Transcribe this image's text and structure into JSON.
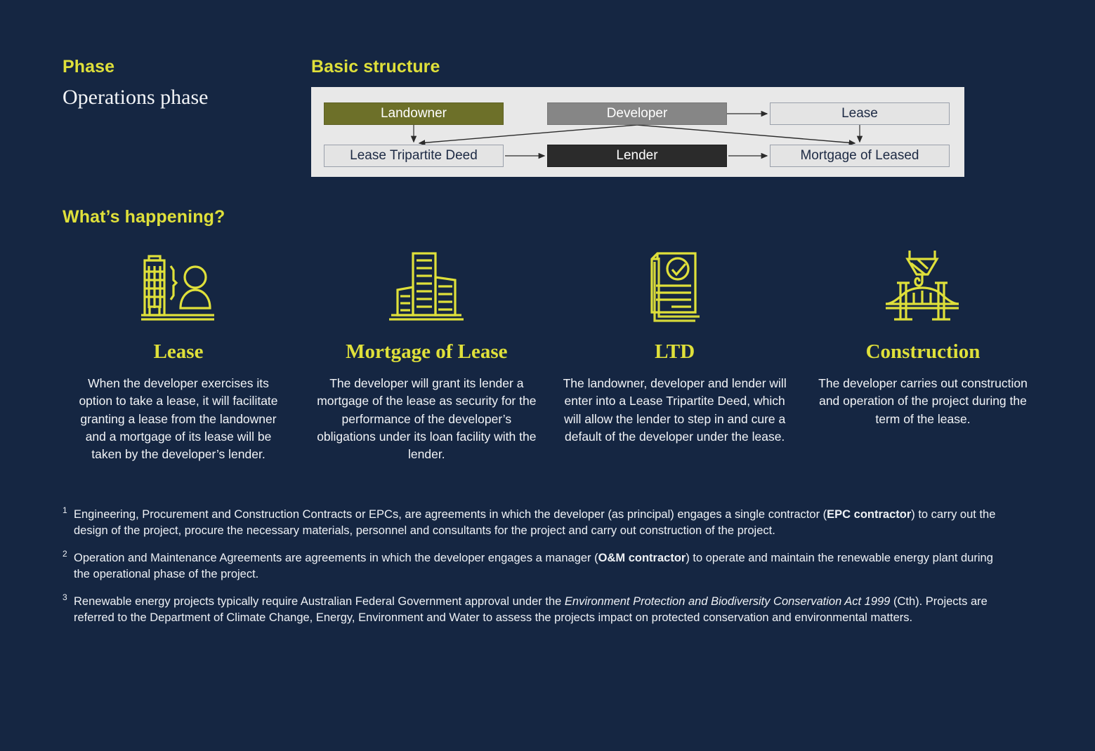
{
  "phase": {
    "label": "Phase",
    "value": "Operations phase"
  },
  "structure": {
    "label": "Basic structure",
    "diagram": {
      "nodes": [
        {
          "id": "landowner",
          "label": "Landowner",
          "style": "olive"
        },
        {
          "id": "developer",
          "label": "Developer",
          "style": "grey"
        },
        {
          "id": "lease",
          "label": "Lease",
          "style": "plain"
        },
        {
          "id": "ltd",
          "label": "Lease Tripartite Deed",
          "style": "plain"
        },
        {
          "id": "lender",
          "label": "Lender",
          "style": "dark"
        },
        {
          "id": "mortgage",
          "label": "Mortgage of Leased",
          "style": "plain"
        }
      ],
      "edges": [
        {
          "from": "landowner",
          "to": "ltd"
        },
        {
          "from": "developer",
          "to": "lease"
        },
        {
          "from": "developer",
          "to": "ltd"
        },
        {
          "from": "developer",
          "to": "mortgage"
        },
        {
          "from": "lease",
          "to": "mortgage"
        },
        {
          "from": "ltd",
          "to": "lender"
        },
        {
          "from": "lender",
          "to": "mortgage"
        }
      ]
    }
  },
  "whats_happening": {
    "heading": "What’s happening?",
    "cards": [
      {
        "icon": "building-with-person-icon",
        "title": "Lease",
        "body": "When the developer exercises its option to take a lease, it will facilitate granting a lease from the landowner and a mortgage of its lease will be taken by the developer’s lender."
      },
      {
        "icon": "city-buildings-icon",
        "title": "Mortgage of Lease",
        "body": "The developer will grant its lender a mortgage of the lease as security for the performance of the developer’s obligations under its loan facility with the lender."
      },
      {
        "icon": "documents-check-icon",
        "title": "LTD",
        "body": "The landowner, developer and lender will enter into a Lease Tripartite Deed, which will allow the lender to step in and cure a default of the developer under the lease."
      },
      {
        "icon": "crane-bridge-icon",
        "title": "Construction",
        "body": "The developer carries out construction and operation of the project during the term of the lease."
      }
    ]
  },
  "footnotes": [
    {
      "marker": "1",
      "parts": [
        {
          "text": "Engineering, Procurement and Construction Contracts or EPCs, are agreements in which the developer (as principal) engages a single contractor (",
          "style": "normal"
        },
        {
          "text": "EPC contractor",
          "style": "bold"
        },
        {
          "text": ") to carry out the design of the project, procure the necessary materials, personnel and consultants for the project and carry out construction of the project.",
          "style": "normal"
        }
      ]
    },
    {
      "marker": "2",
      "parts": [
        {
          "text": "Operation and Maintenance Agreements are agreements in which the developer engages a manager (",
          "style": "normal"
        },
        {
          "text": "O&M contractor",
          "style": "bold"
        },
        {
          "text": ") to operate and maintain the renewable energy plant during the operational phase of the project.",
          "style": "normal"
        }
      ]
    },
    {
      "marker": "3",
      "parts": [
        {
          "text": "Renewable energy projects typically require Australian Federal Government approval under the ",
          "style": "normal"
        },
        {
          "text": "Environment Protection and Biodiversity Conservation Act 1999",
          "style": "italic"
        },
        {
          "text": " (Cth). Projects are referred to the Department of Climate Change, Energy, Environment and Water to assess the projects impact on protected conservation and environmental matters.",
          "style": "normal"
        }
      ]
    }
  ],
  "colors": {
    "background": "#152642",
    "accent_yellow": "#dfe03a",
    "olive": "#6d7029",
    "grey": "#868686",
    "dark": "#2b2b2b",
    "panel": "#e8e8e8",
    "text_light": "#f2f4f7"
  }
}
